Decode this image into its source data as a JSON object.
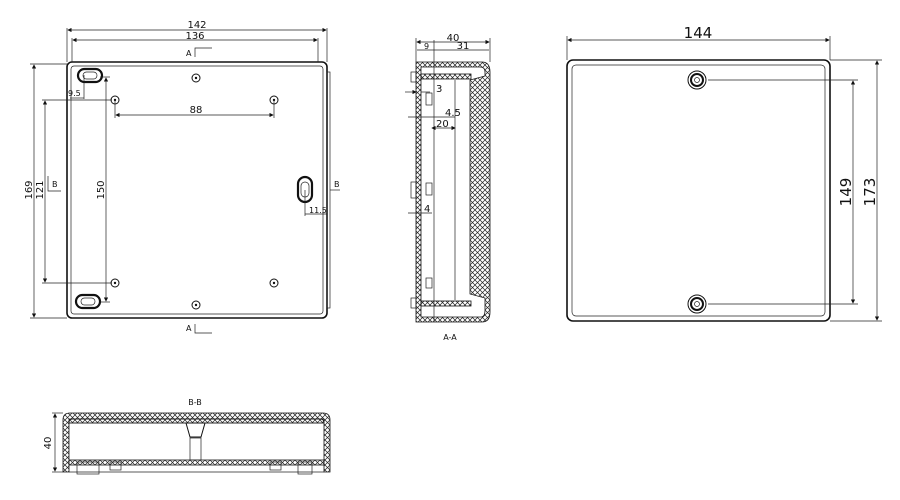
{
  "front_view": {
    "dims": {
      "overall_width": "142",
      "inner_width": "136",
      "hole_spacing_x": "88",
      "overall_height": "169",
      "hole_spacing_y": "121",
      "slot_spacing": "150",
      "slot_offset": "9.5",
      "side_slot_offset": "11.5"
    },
    "section_a_label": "A",
    "section_b_label": "B"
  },
  "section_aa": {
    "title": "A-A",
    "dims": {
      "depth": "40",
      "lid": "9",
      "base": "31",
      "wall": "3",
      "rib": "4.5",
      "boss": "20",
      "floor": "4"
    }
  },
  "back_view": {
    "dims": {
      "width": "144",
      "hole_spacing": "149",
      "height": "173"
    }
  },
  "section_bb": {
    "title": "B-B",
    "dims": {
      "depth": "40"
    }
  }
}
